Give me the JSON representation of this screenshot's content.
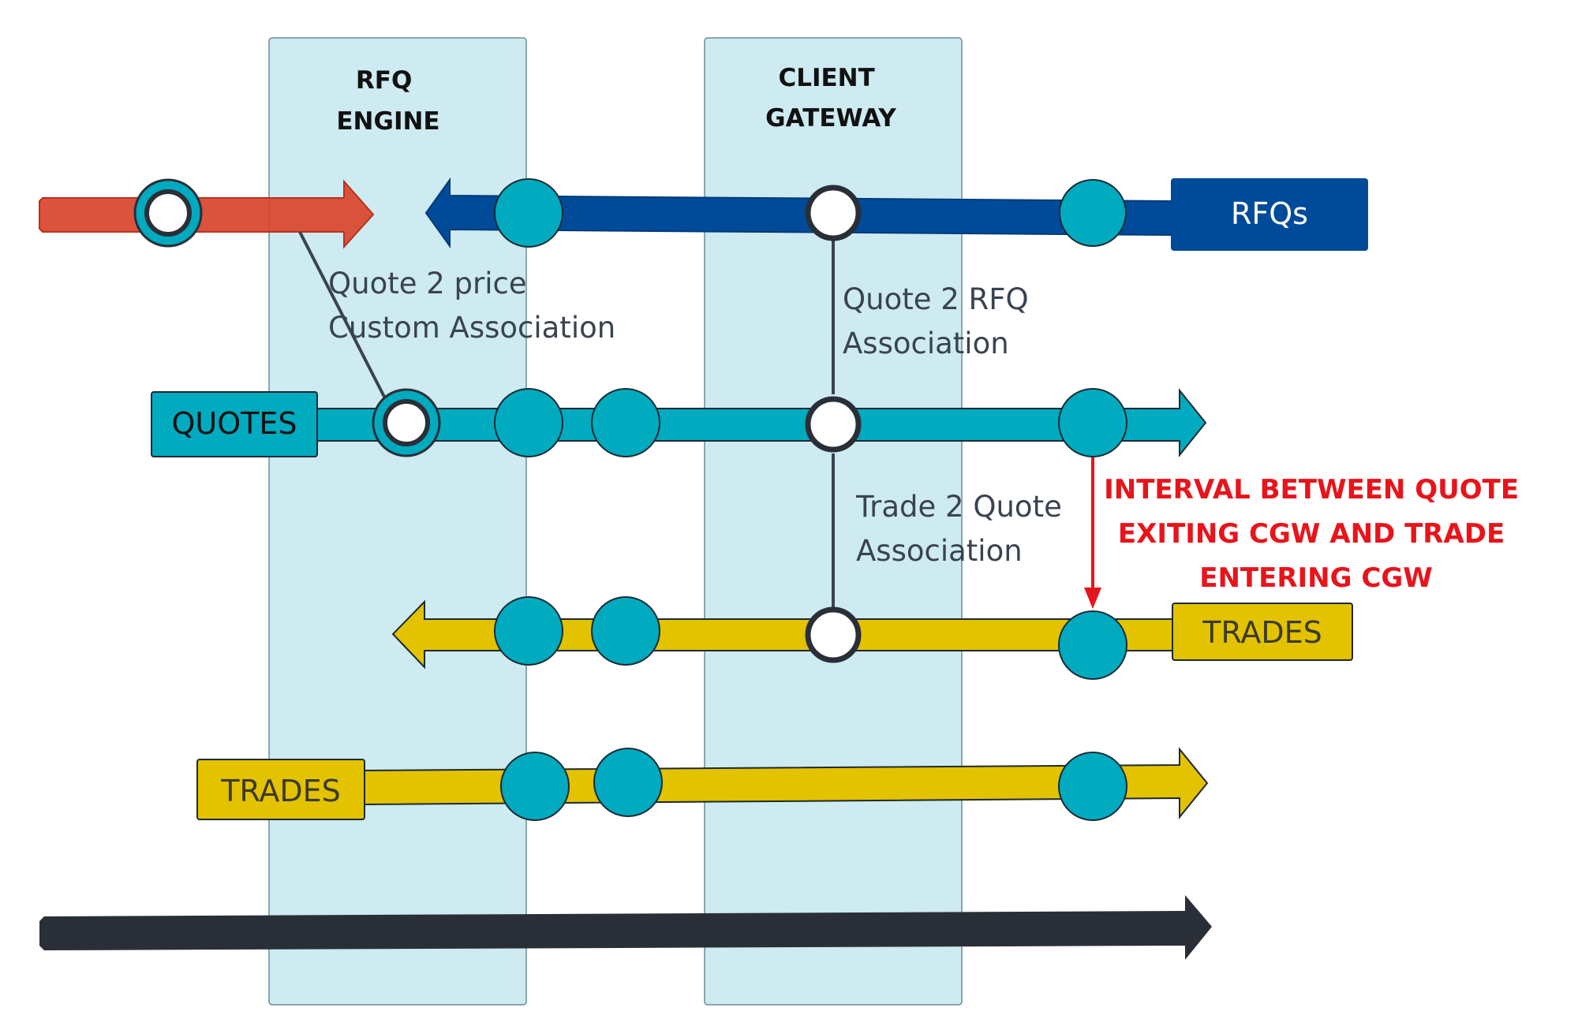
{
  "columns": {
    "rfq_engine": [
      "RFQ",
      "ENGINE"
    ],
    "client_gateway": [
      "CLIENT",
      "GATEWAY"
    ]
  },
  "streams": {
    "rfqs": "RFQs",
    "quotes": "QUOTES",
    "trades_in": "TRADES",
    "trades_out": "TRADES"
  },
  "associations": {
    "quote_price": [
      "Quote 2 price",
      "Custom Association"
    ],
    "quote_rfq": [
      "Quote 2 RFQ",
      "Association"
    ],
    "trade_quote": [
      "Trade 2 Quote",
      "Association"
    ]
  },
  "interval": [
    "INTERVAL BETWEEN  QUOTE",
    "EXITING CGW AND  TRADE",
    "ENTERING CGW"
  ],
  "colors": {
    "column_fill": "#cdebf0",
    "rfq_blue": "#004b99",
    "quote_teal": "#00aabf",
    "trade_yellow": "#e3c200",
    "price_red": "#d9442c",
    "node_teal": "#00aabf",
    "timeline": "#2a2f37",
    "interval_red": "#e8141b"
  }
}
